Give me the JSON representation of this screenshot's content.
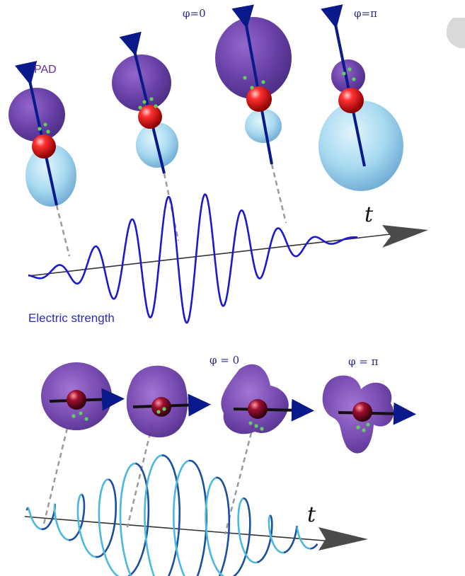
{
  "top_panel": {
    "pad_label": "PAD",
    "phase_zero_label": "φ=0",
    "phase_pi_label": "φ=π",
    "time_label": "t",
    "field_label": "Electric strength"
  },
  "bottom_panel": {
    "phase_zero_label": "φ = 0",
    "phase_pi_label": "φ = π",
    "time_label": "t"
  },
  "colors": {
    "lobe_purple": "#5a2f9e",
    "lobe_cyan": "#8fd0ee",
    "field_wave": "#1a1ad0",
    "helix_light": "#4ab8e0",
    "helix_dark": "#1a4fa0",
    "sphere_red": "#e02020",
    "dashes": "#9a9a9a"
  },
  "icons": [
    "red-sphere-icon",
    "arrow-icon"
  ]
}
